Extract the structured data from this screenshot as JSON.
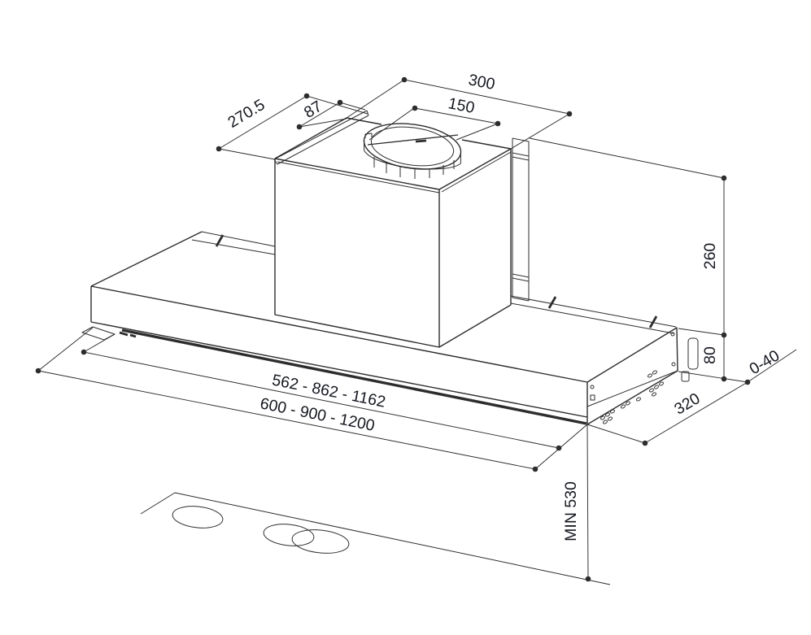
{
  "diagram": {
    "kind": "cooker-hood installation drawing (isometric, dimensioned)",
    "colors": {
      "line": "#2d2d2d",
      "text": "#15181f",
      "background": "#ffffff"
    },
    "dimensions": {
      "chimney_width": "300",
      "duct_diameter": "150",
      "top_depth": "270.5",
      "rear_offset": "87",
      "chimney_height": "260",
      "body_height": "80",
      "adjust_range": "0-40",
      "body_depth": "320",
      "inner_widths": "562 - 862 - 1162",
      "overall_widths": "600 - 900 - 1200",
      "min_hob_distance": "MIN 530"
    }
  }
}
